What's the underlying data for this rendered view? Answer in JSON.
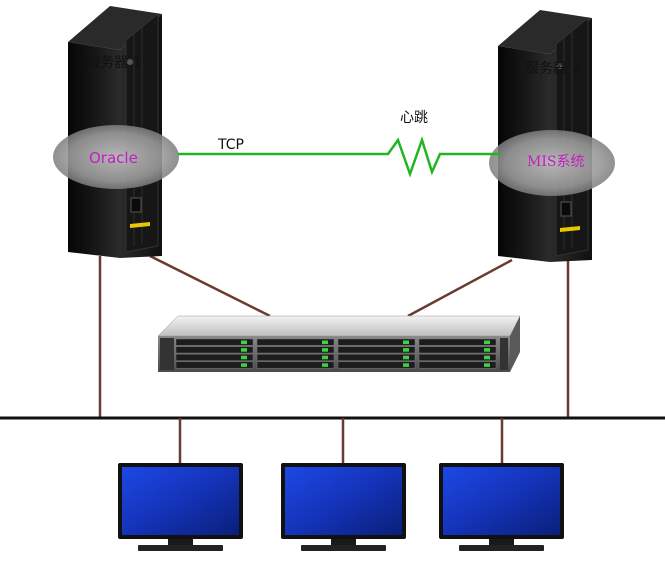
{
  "labels": {
    "server1": "服务器 1",
    "server2": "服务器 2",
    "heartbeat": "心跳",
    "tcp": "TCP",
    "server1_app": "Oracle",
    "server2_app": "MIS系统"
  },
  "colors": {
    "link_green": "#22b522",
    "cable_brown": "#6b3a30",
    "network_bus": "#111111",
    "app_text": "#c020c0",
    "monitor_screen": "#1a3fd0"
  },
  "icons": {
    "tower_server": "tower-server-icon",
    "storage_array": "rack-storage-icon",
    "client_monitor": "monitor-icon"
  },
  "counts": {
    "client_monitors": 3,
    "storage_bays": 16
  }
}
